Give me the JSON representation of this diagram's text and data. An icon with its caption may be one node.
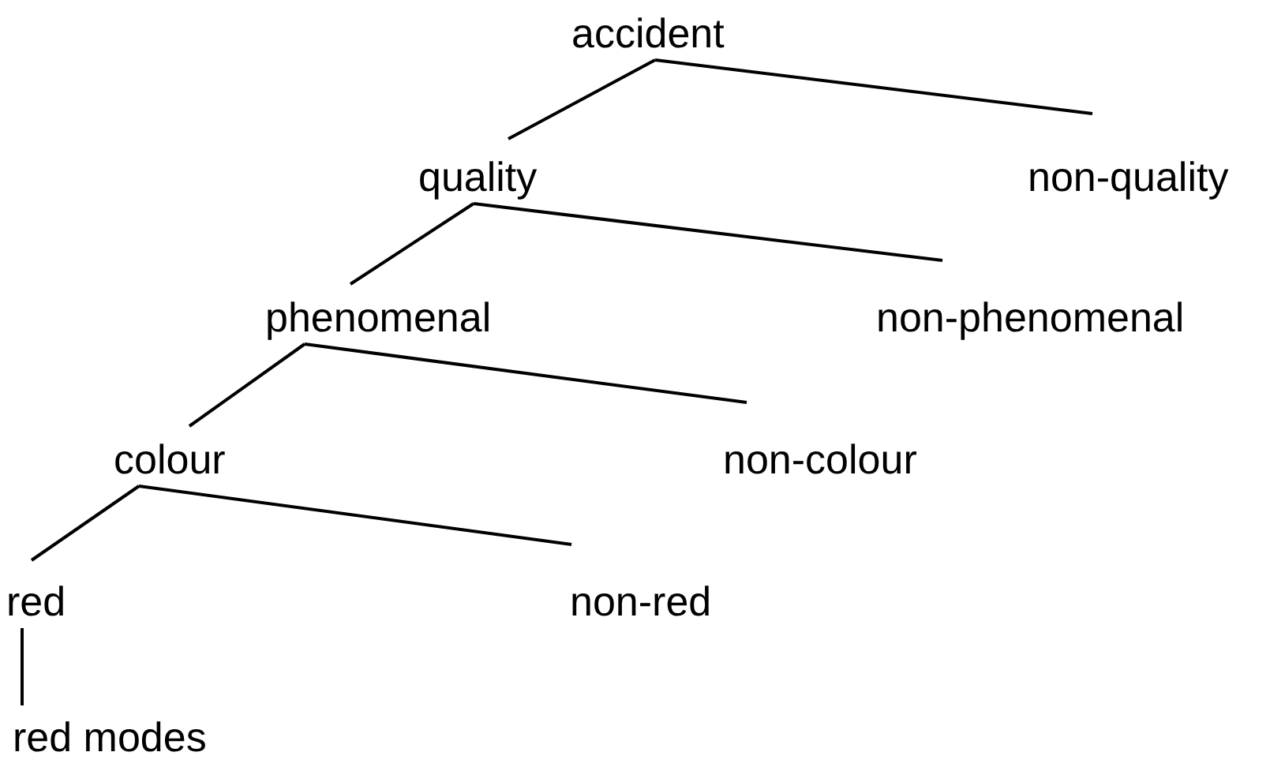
{
  "diagram": {
    "nodes": [
      {
        "text": [
          "accident"
        ]
      },
      {
        "text": [
          "quality"
        ]
      },
      {
        "text": [
          "non-quality"
        ]
      },
      {
        "text": [
          "phenomenal"
        ]
      },
      {
        "text": [
          "non-phenomenal"
        ]
      },
      {
        "text": [
          "colour"
        ]
      },
      {
        "text": [
          "non-colour"
        ]
      },
      {
        "text": [
          "red"
        ]
      },
      {
        "text": [
          "non-red"
        ]
      },
      {
        "text": [
          "red modes"
        ]
      }
    ],
    "edges": [
      {
        "from": 0,
        "to": 1,
        "arrow": "none"
      },
      {
        "from": 0,
        "to": 2,
        "arrow": "none"
      },
      {
        "from": 1,
        "to": 3,
        "arrow": "none"
      },
      {
        "from": 1,
        "to": 4,
        "arrow": "none"
      },
      {
        "from": 3,
        "to": 5,
        "arrow": "none"
      },
      {
        "from": 3,
        "to": 6,
        "arrow": "none"
      },
      {
        "from": 5,
        "to": 7,
        "arrow": "none"
      },
      {
        "from": 5,
        "to": 8,
        "arrow": "none"
      },
      {
        "from": 7,
        "to": 9,
        "arrow": "none"
      }
    ]
  }
}
